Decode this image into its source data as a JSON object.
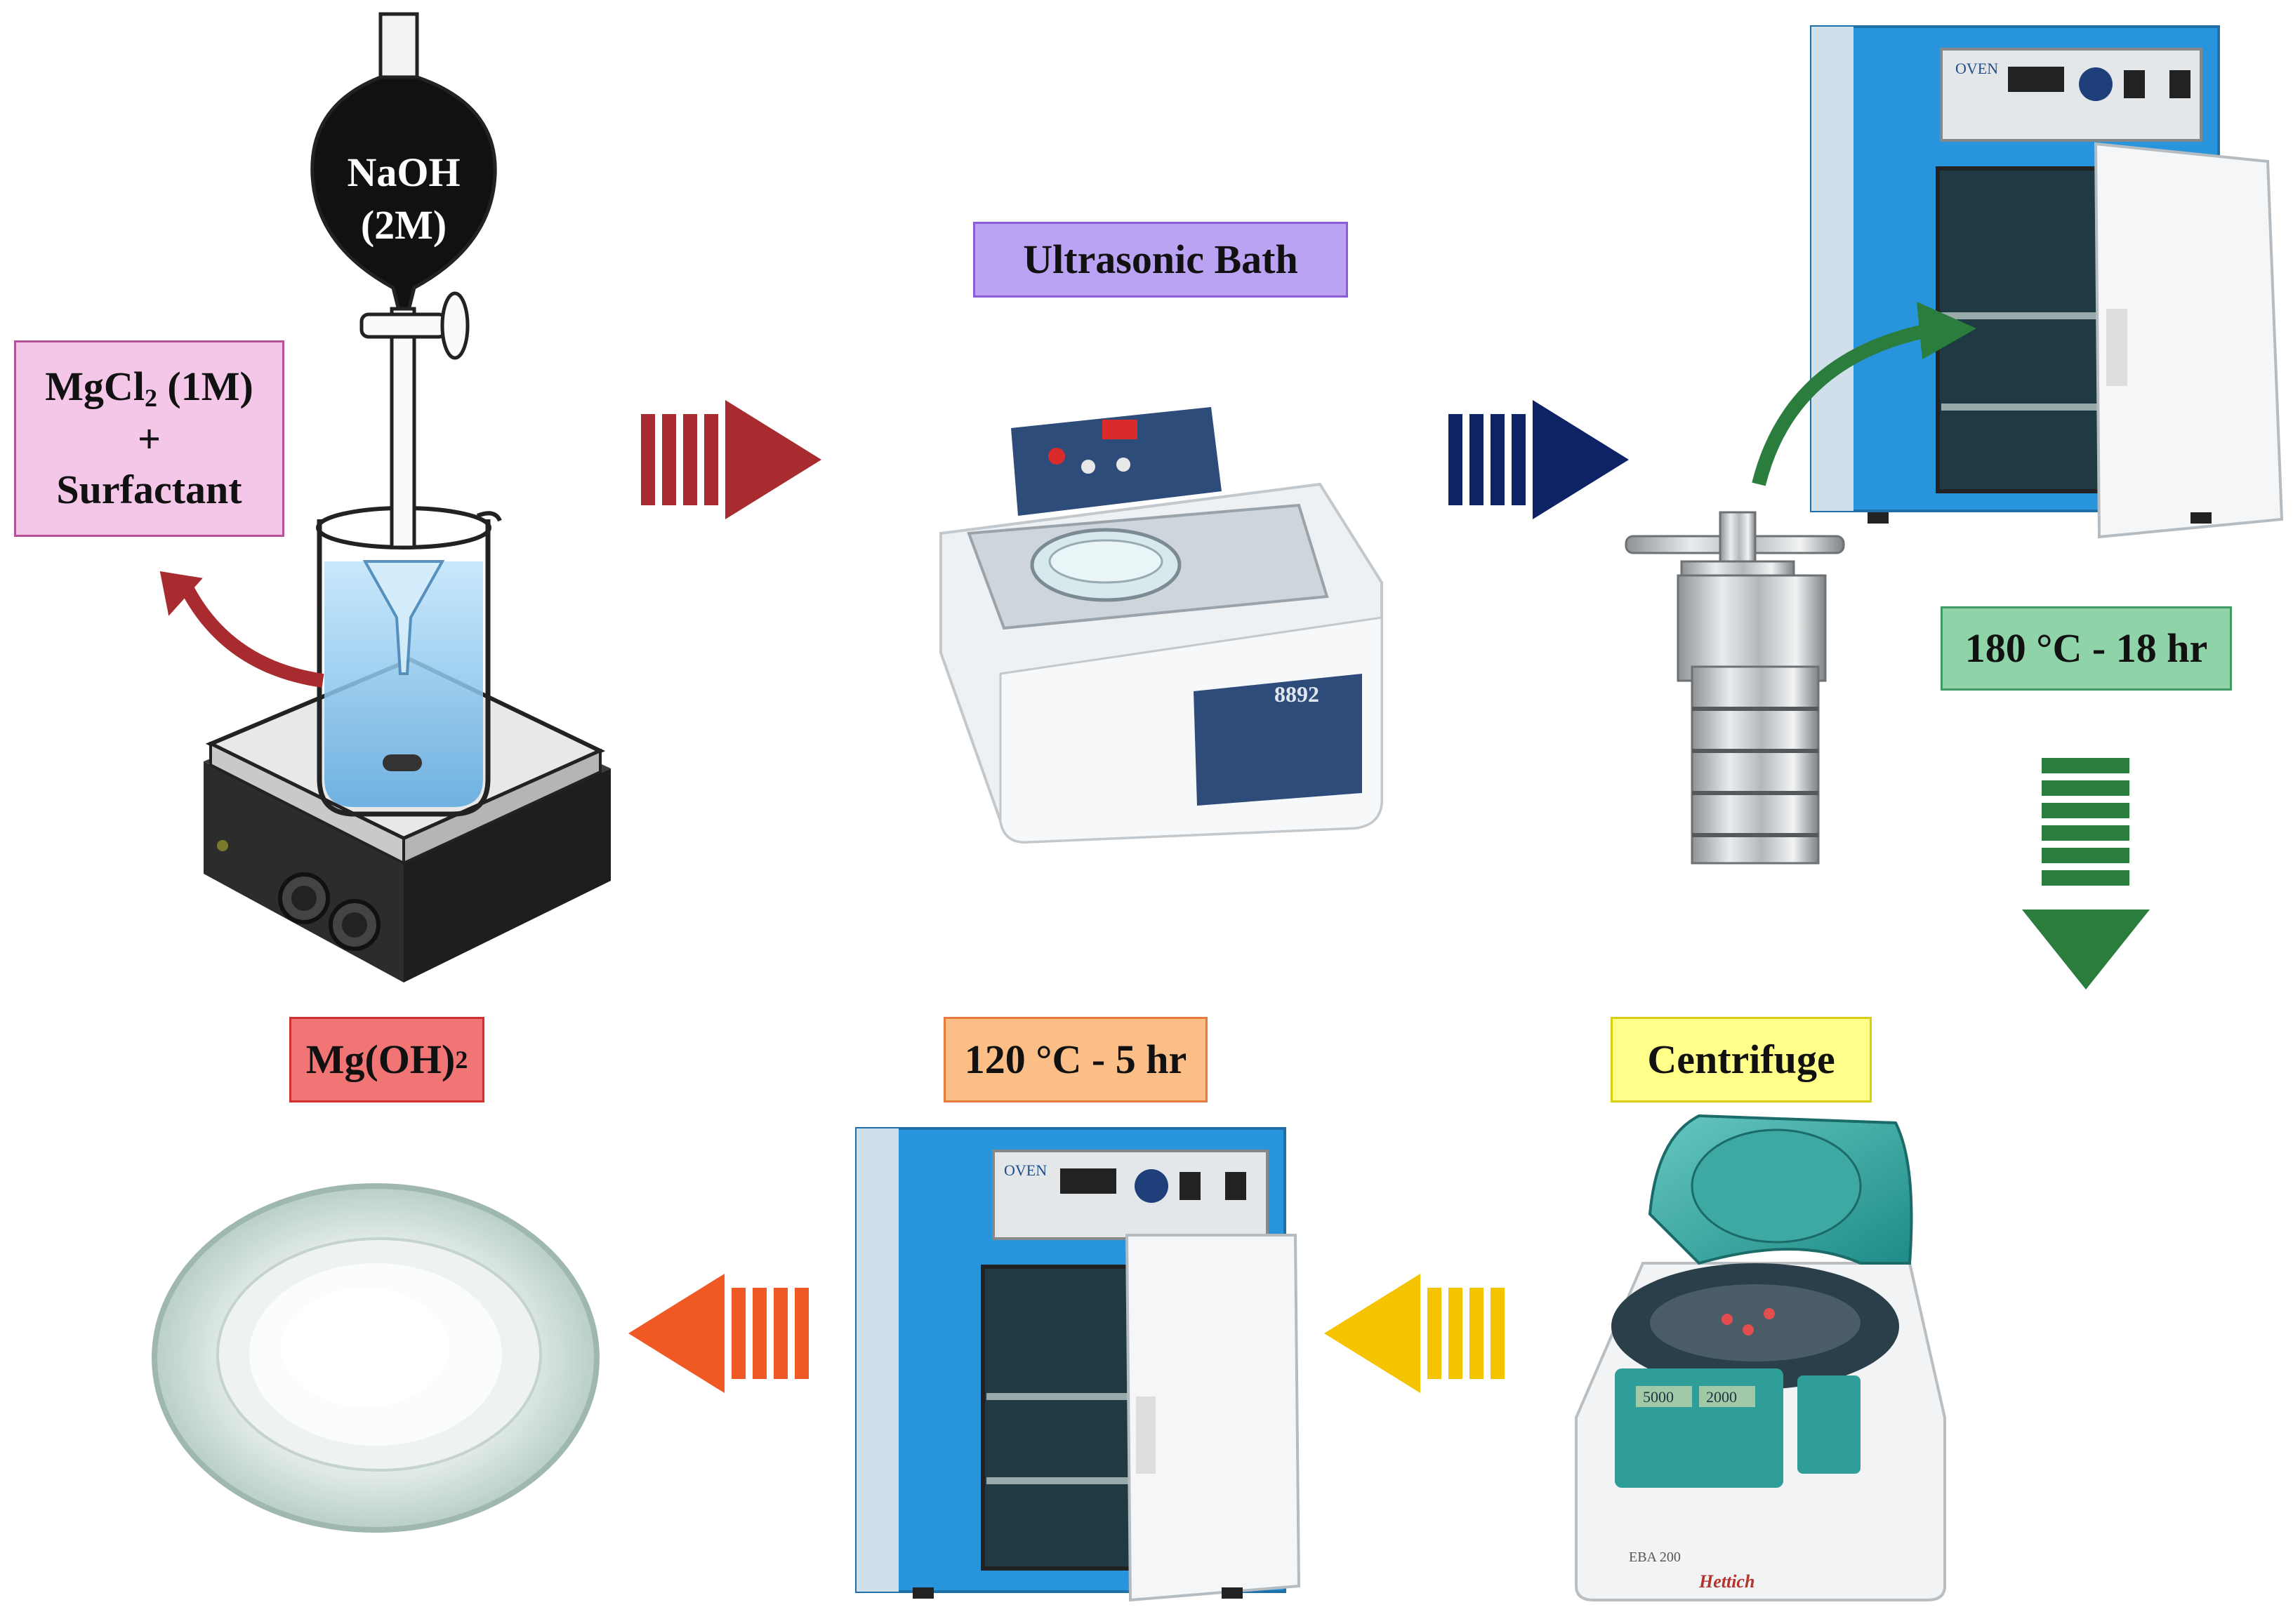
{
  "labels": {
    "funnel": [
      "NaOH",
      "(2M)"
    ],
    "reactants": {
      "line1": "MgCl",
      "line1_sub": "2",
      "line1_tail": " (1M)",
      "line2": "+",
      "line3": "Surfactant"
    },
    "ultrasonic": "Ultrasonic Bath",
    "hydrothermal": "180 °C - 18 hr",
    "centrifuge": "Centrifuge",
    "drying": "120 °C - 5 hr",
    "product": {
      "main": "Mg(OH)",
      "sub": "2"
    }
  },
  "equipment_text": {
    "oven_brand": "OVEN",
    "ultrasonic_model": "8892",
    "centrifuge_display": [
      "5000",
      "2000"
    ],
    "centrifuge_model": "EBA 200",
    "centrifuge_brand": "Hettich"
  },
  "colors": {
    "reactants_box": "#f4c6e7",
    "ultrasonic_box": "#b9a3f2",
    "hydrothermal_box": "#8fd4a8",
    "centrifuge_box": "#ffff8a",
    "drying_box": "#fbbe86",
    "product_box": "#f27575",
    "arrow_red": "#a72b2f",
    "arrow_navy": "#0e2266",
    "arrow_green": "#2b7d3d",
    "arrow_yellow": "#f5c400",
    "arrow_orange": "#ef5a24",
    "oven_blue": "#2894dc"
  },
  "icons": [
    "separatory-funnel-icon",
    "beaker-icon",
    "stirring-hotplate-icon",
    "ultrasonic-bath-icon",
    "hydrothermal-autoclave-icon",
    "drying-oven-icon",
    "centrifuge-icon",
    "watch-glass-icon"
  ]
}
